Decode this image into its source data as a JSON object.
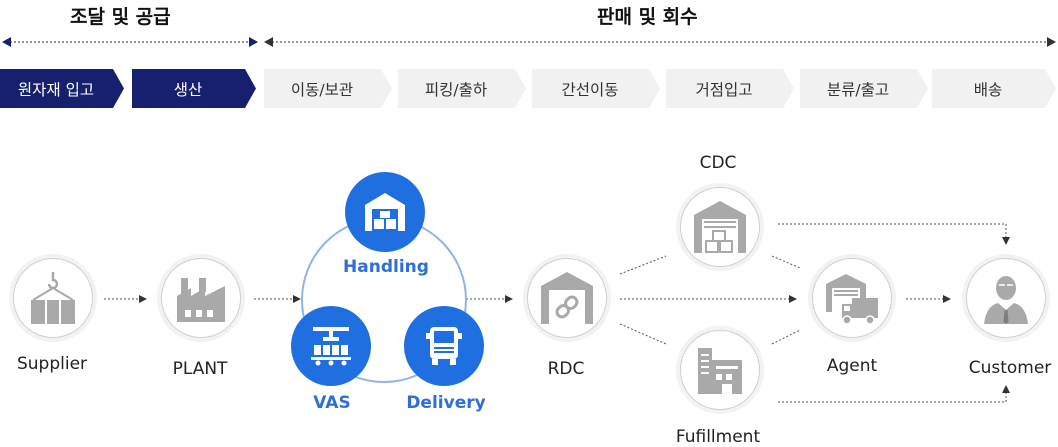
{
  "header": {
    "procure_title": "조달 및 공급",
    "sales_title": "판매 및 회수"
  },
  "steps": [
    {
      "label": "원자재 입고",
      "style": "dark"
    },
    {
      "label": "생산",
      "style": "dark"
    },
    {
      "label": "이동/보관",
      "style": "light"
    },
    {
      "label": "피킹/출하",
      "style": "light"
    },
    {
      "label": "간선이동",
      "style": "light"
    },
    {
      "label": "거점입고",
      "style": "light"
    },
    {
      "label": "분류/출고",
      "style": "light"
    },
    {
      "label": "배송",
      "style": "light"
    }
  ],
  "nodes": {
    "supplier": "Supplier",
    "plant": "PLANT",
    "handling": "Handling",
    "vas": "VAS",
    "delivery": "Delivery",
    "rdc": "RDC",
    "cdc": "CDC",
    "fulfillment": "Fufillment",
    "agent": "Agent",
    "customer": "Customer"
  },
  "colors": {
    "dark_step": "#16206e",
    "light_step": "#f1f1f1",
    "accent_blue": "#1f6fe0",
    "icon_gray": "#a9a9a9"
  }
}
